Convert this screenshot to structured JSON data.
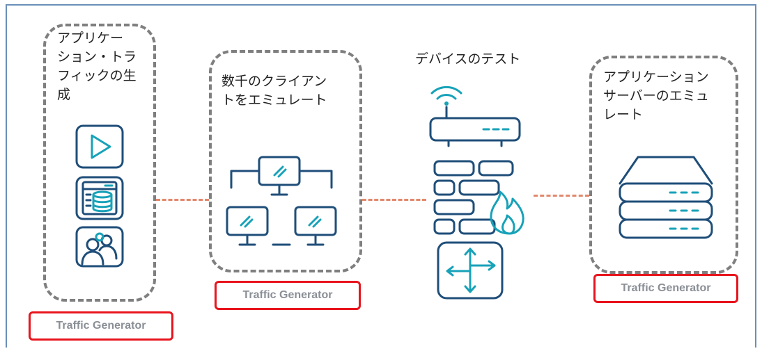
{
  "groups": {
    "traffic": {
      "title": "アプリケー\nション・トラ\nフィックの生\n成",
      "badge": "Traffic Generator"
    },
    "clients": {
      "title": "数千のクライアン\nトをエミュレート",
      "badge": "Traffic Generator"
    },
    "device": {
      "title": "デバイスのテスト"
    },
    "server": {
      "title": "アプリケーション\nサーバーのエミュ\nレート",
      "badge": "Traffic Generator"
    }
  },
  "colors": {
    "icon_dark": "#1f4e79",
    "icon_teal": "#17a2b8",
    "dashed_border": "#7f7f7f",
    "connector": "#e2876b",
    "highlight": "#e8141d",
    "badge_text": "#8a8f96"
  },
  "icons": [
    "play-icon",
    "web-database-icon",
    "users-icon",
    "client-network-icon",
    "wifi-router-icon",
    "firewall-icon",
    "switch-icon",
    "server-stack-icon"
  ]
}
